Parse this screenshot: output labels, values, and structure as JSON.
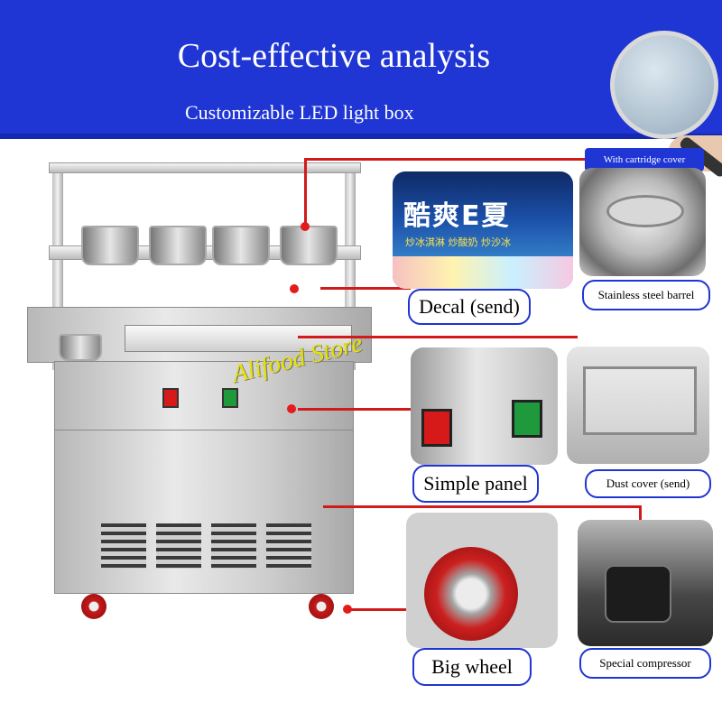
{
  "header": {
    "title": "Cost-effective analysis",
    "subtitle": "Customizable LED light box",
    "bg_color": "#1f35d4"
  },
  "callouts": {
    "cartridge_cover": "With cartridge cover",
    "stainless_barrel": "Stainless steel barrel",
    "decal": "Decal (send)",
    "simple_panel": "Simple panel",
    "dust_cover": "Dust cover (send)",
    "big_wheel": "Big wheel",
    "special_compressor": "Special compressor"
  },
  "decal_text": {
    "chinese_big": "酷爽E夏",
    "chinese_small": "炒冰淇淋 炒酸奶 炒沙冰"
  },
  "watermark": "Alifood Store",
  "accent_color": "#e31b1b"
}
